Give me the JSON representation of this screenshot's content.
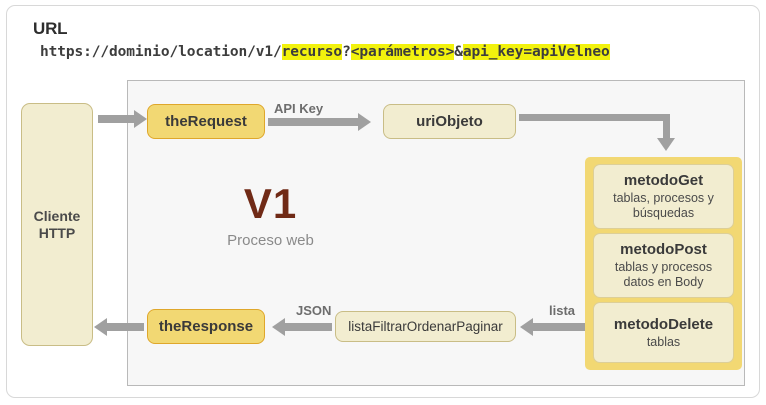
{
  "header": {
    "title": "URL",
    "url_segments": [
      {
        "text": "https://dominio/location/v1/",
        "highlight": false
      },
      {
        "text": "recurso",
        "highlight": true
      },
      {
        "text": "?",
        "highlight": false
      },
      {
        "text": "<parámetros>",
        "highlight": true
      },
      {
        "text": "&",
        "highlight": false
      },
      {
        "text": "api_key=apiVelneo",
        "highlight": true
      }
    ],
    "highlight_color": "#f2f20d"
  },
  "nodes": {
    "client": {
      "line1": "Cliente",
      "line2": "HTTP"
    },
    "request": {
      "label": "theRequest"
    },
    "uri_object": {
      "label": "uriObjeto"
    },
    "response": {
      "label": "theResponse"
    },
    "list_filter": {
      "label": "listaFiltrarOrdenarPaginar"
    }
  },
  "center": {
    "version": "V1",
    "subtitle": "Proceso web",
    "version_color": "#702a16"
  },
  "methods": [
    {
      "title": "metodoGet",
      "desc": "tablas, procesos y búsquedas"
    },
    {
      "title": "metodoPost",
      "desc": "tablas y procesos datos en Body"
    },
    {
      "title": "metodoDelete",
      "desc": "tablas"
    }
  ],
  "arrow_labels": {
    "api_key": "API Key",
    "json": "JSON",
    "lista": "lista"
  },
  "colors": {
    "gold_fill": "#f2d873",
    "gold_border": "#dfa72b",
    "cream_fill": "#f2edd0",
    "cream_border": "#c9bd86",
    "arrow": "#a0a0a0",
    "panel_bg": "#f7f7f7"
  }
}
